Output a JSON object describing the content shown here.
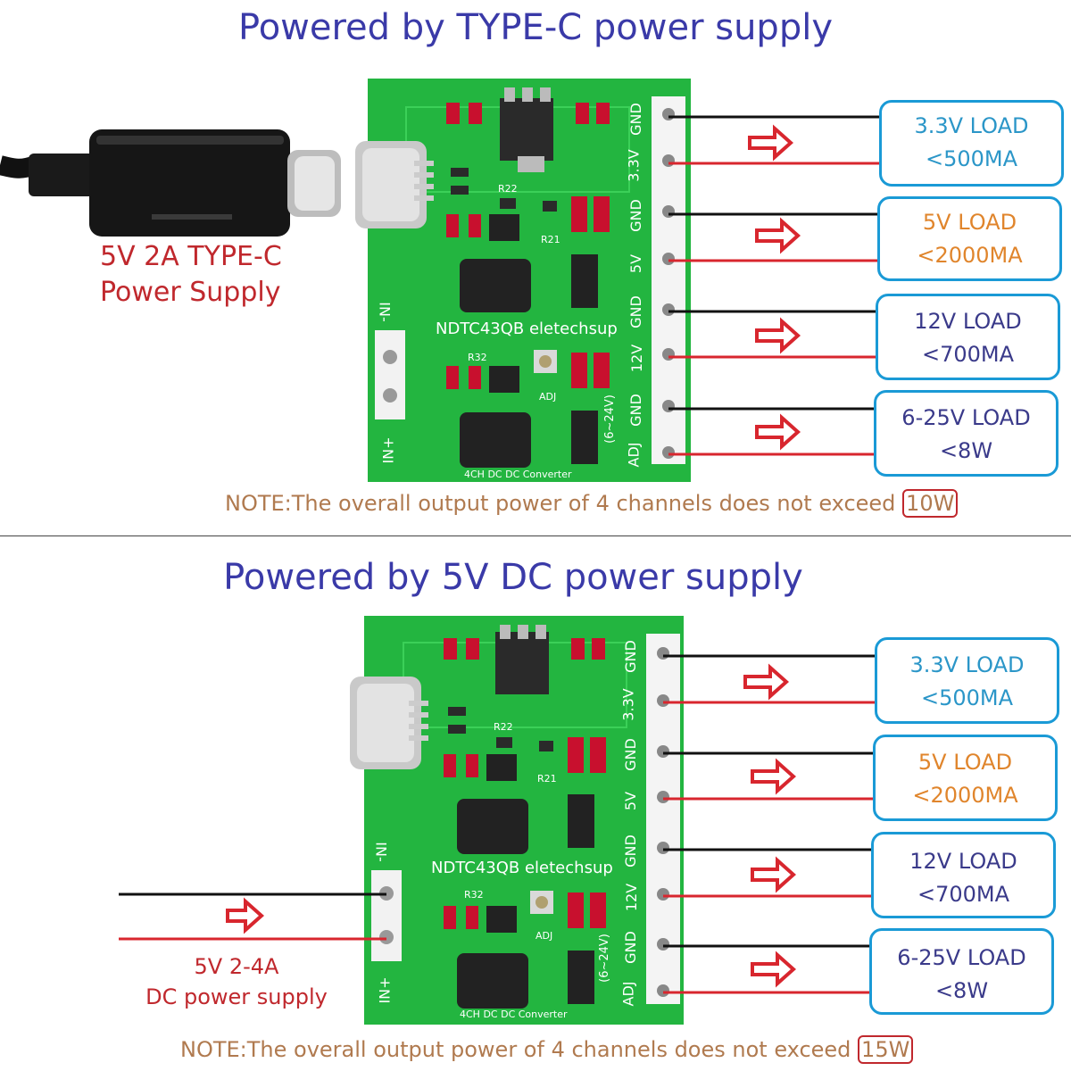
{
  "top": {
    "title": "Powered by TYPE-C power supply",
    "input_label_line1": "5V 2A TYPE-C",
    "input_label_line2": "Power Supply",
    "note_prefix": "NOTE:The overall output power of 4 channels does not exceed",
    "note_limit": "10W",
    "loads": [
      {
        "line1": "3.3V LOAD",
        "line2": "<500MA"
      },
      {
        "line1": "5V LOAD",
        "line2": "<2000MA"
      },
      {
        "line1": "12V LOAD",
        "line2": "<700MA"
      },
      {
        "line1": "6-25V LOAD",
        "line2": "<8W"
      }
    ]
  },
  "bottom": {
    "title": "Powered by 5V DC power supply",
    "input_label_line1": "5V 2-4A",
    "input_label_line2": "DC power supply",
    "note_prefix": "NOTE:The overall output power of 4 channels does not exceed",
    "note_limit": "15W",
    "loads": [
      {
        "line1": "3.3V LOAD",
        "line2": "<500MA"
      },
      {
        "line1": "5V LOAD",
        "line2": "<2000MA"
      },
      {
        "line1": "12V LOAD",
        "line2": "<700MA"
      },
      {
        "line1": "6-25V LOAD",
        "line2": "<8W"
      }
    ]
  },
  "board": {
    "model_text": "NDTC43QB eletechsup",
    "bottom_text": "4CH DC DC Converter",
    "terminal_labels": [
      "GND",
      "3.3V",
      "GND",
      "5V",
      "GND",
      "12V",
      "GND",
      "ADJ"
    ],
    "adj_range": "(6~24V)",
    "in_minus": "IN-",
    "in_plus": "IN+",
    "ref_r22": "R22",
    "ref_r21": "R21",
    "ref_r32": "R32",
    "ref_adj": "ADJ"
  },
  "colors": {
    "title": "#3a3aa8",
    "note": "#b07a4f",
    "red_wire": "#d8262e",
    "pcb": "#23b540",
    "load_border": "#1a9ad6"
  }
}
